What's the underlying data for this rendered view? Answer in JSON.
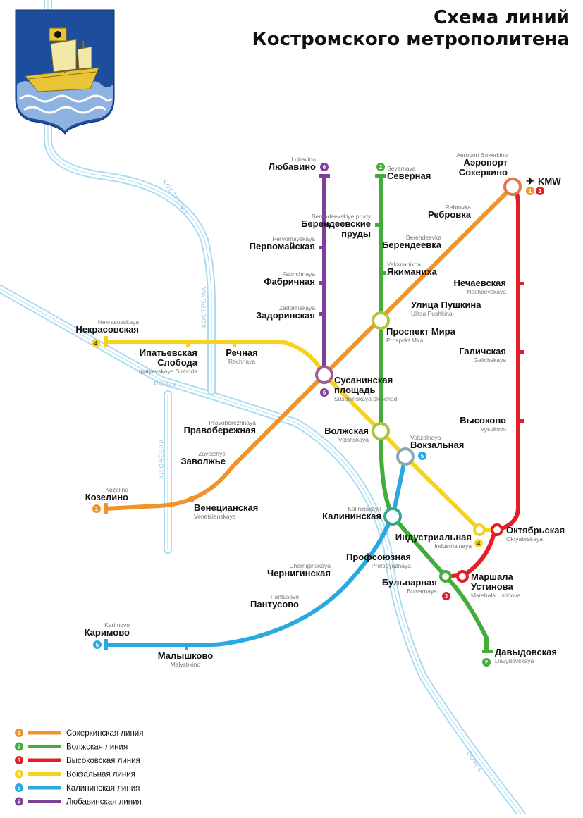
{
  "title": [
    "Схема линий",
    "Костромского метрополитена"
  ],
  "airport_code": "KMW",
  "river_labels": [
    "КОСТРОМА",
    "КОСТРОМА",
    "ВОЛГА",
    "КЛЮЧЁВКА",
    "ВОЛГА"
  ],
  "lines": [
    {
      "num": "1",
      "color": "#f0932b",
      "name": "Сокеркинская линия"
    },
    {
      "num": "2",
      "color": "#43ad3c",
      "name": "Волжская линия"
    },
    {
      "num": "3",
      "color": "#e41e26",
      "name": "Высоковская линия"
    },
    {
      "num": "4",
      "color": "#f7d21e",
      "name": "Вокзальная линия"
    },
    {
      "num": "5",
      "color": "#2aa8df",
      "name": "Калининская линия"
    },
    {
      "num": "6",
      "color": "#7d3f98",
      "name": "Любавинская линия"
    }
  ],
  "stations": [
    {
      "key": "lubavino",
      "ru": "Любавино",
      "lat": "Lubavino"
    },
    {
      "key": "berendeevskie",
      "ru": "Берендеевские\nпруды",
      "lat": "Berendeevskiye prudy"
    },
    {
      "key": "pervomayskaya",
      "ru": "Первомайская",
      "lat": "Pervomayskaya"
    },
    {
      "key": "fabrichnaya",
      "ru": "Фабричная",
      "lat": "Fabrichnaya"
    },
    {
      "key": "zadorinskaya",
      "ru": "Задоринская",
      "lat": "Zadorinskaya"
    },
    {
      "key": "severnaya",
      "ru": "Северная",
      "lat": "Severnaya"
    },
    {
      "key": "berendeevka",
      "ru": "Берендеевка",
      "lat": "Berendeevka"
    },
    {
      "key": "yakimanikha",
      "ru": "Якиманиха",
      "lat": "Yakimanikha"
    },
    {
      "key": "airport",
      "ru": "Аэропорт\nСокеркино",
      "lat": "Aeroport Sokerkino"
    },
    {
      "key": "rebrovka",
      "ru": "Ребровка",
      "lat": "Rebrovka"
    },
    {
      "key": "pushkina",
      "ru": "Улица Пушкина",
      "lat": "Ulitsa Pushkina"
    },
    {
      "key": "prospekt",
      "ru": "Проспект Мира",
      "lat": "Prospekt Mira"
    },
    {
      "key": "nechaevskaya",
      "ru": "Нечаевская",
      "lat": "Nechaevskaya"
    },
    {
      "key": "galichskaya",
      "ru": "Галичская",
      "lat": "Galichskaya"
    },
    {
      "key": "vysokovo",
      "ru": "Высоково",
      "lat": "Vysokovo"
    },
    {
      "key": "nekrasovskaya",
      "ru": "Некрасовская",
      "lat": "Nekrasovskaya"
    },
    {
      "key": "ipatevskaya",
      "ru": "Ипатьевская\nСлобода",
      "lat": "Ipatyevskaya Sloboda"
    },
    {
      "key": "rechnaya",
      "ru": "Речная",
      "lat": "Rechnaya"
    },
    {
      "key": "susaninskaya",
      "ru": "Сусанинская\nплощадь",
      "lat": "Susaninskaya ploschad"
    },
    {
      "key": "pravoberezhnaya",
      "ru": "Правобережная",
      "lat": "Pravoberezhnaya"
    },
    {
      "key": "zavolzhe",
      "ru": "Заволжье",
      "lat": "Zavolzhye"
    },
    {
      "key": "kozelino",
      "ru": "Козелино",
      "lat": "Kozelino"
    },
    {
      "key": "venetsianskaya",
      "ru": "Венецианская",
      "lat": "Venetsianskaya"
    },
    {
      "key": "volzhskaya",
      "ru": "Волжская",
      "lat": "Volshskaya"
    },
    {
      "key": "vokzalnaya",
      "ru": "Вокзальная",
      "lat": "Vokzalnaya"
    },
    {
      "key": "kalininskaya",
      "ru": "Калининская",
      "lat": "Kalininskaya"
    },
    {
      "key": "industrialnaya",
      "ru": "Индустриальная",
      "lat": "Industrialnaya"
    },
    {
      "key": "oktyabrskaya",
      "ru": "Октябрьская",
      "lat": "Oktyabrskaya"
    },
    {
      "key": "profsoyuznaya",
      "ru": "Профсоюзная",
      "lat": "Profsoyuznaya"
    },
    {
      "key": "bulvarnaya",
      "ru": "Бульварная",
      "lat": "Bulvarnaya"
    },
    {
      "key": "ustinova",
      "ru": "Маршала\nУстинова",
      "lat": "Marshala Ustinova"
    },
    {
      "key": "chernigovskaya",
      "ru": "Чернигинская",
      "lat": "Cherniginskaya"
    },
    {
      "key": "pantusovo",
      "ru": "Пантусово",
      "lat": "Pantusovo"
    },
    {
      "key": "karimovo",
      "ru": "Каримово",
      "lat": "Karimovo"
    },
    {
      "key": "malyshkovo",
      "ru": "Малышково",
      "lat": "Malyshkino"
    },
    {
      "key": "davydovskaya",
      "ru": "Давыдовская",
      "lat": "Davydovskaya"
    }
  ]
}
